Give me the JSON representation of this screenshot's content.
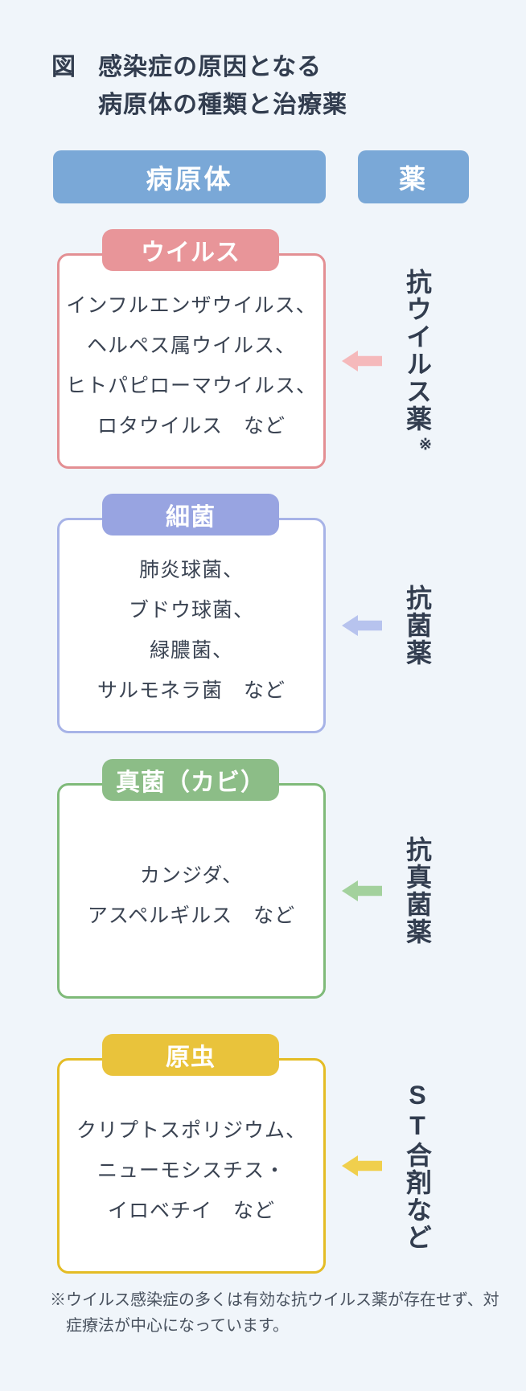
{
  "page": {
    "background_color": "#f0f5fa",
    "title": {
      "tag": "図",
      "line1": "感染症の原因となる",
      "line2": "病原体の種類と治療薬"
    }
  },
  "column_headers": {
    "pathogen": "病原体",
    "drug": "薬",
    "color": "#7aa8d7"
  },
  "pathogen_groups": [
    {
      "name": "ウイルス",
      "examples": [
        "インフルエンザウイルス、",
        "ヘルペス属ウイルス、",
        "ヒトパピローマウイルス、",
        "ロタウイルス　など"
      ],
      "drug": "抗ウイルス薬",
      "drug_note_mark": "※",
      "colors": {
        "pill": "#e89599",
        "box_border": "#e38f93",
        "arrow": "#f5b9bb"
      }
    },
    {
      "name": "細菌",
      "examples": [
        "肺炎球菌、",
        "ブドウ球菌、",
        "緑膿菌、",
        "サルモネラ菌　など"
      ],
      "drug": "抗菌薬",
      "colors": {
        "pill": "#98a4e1",
        "box_border": "#a7b3e7",
        "arrow": "#b7c3ee"
      }
    },
    {
      "name": "真菌（カビ）",
      "examples": [
        "カンジダ、",
        "アスペルギルス　など"
      ],
      "drug": "抗真菌薬",
      "colors": {
        "pill": "#8cbd87",
        "box_border": "#7fba79",
        "arrow": "#a3d19d"
      }
    },
    {
      "name": "原虫",
      "examples": [
        "クリプトスポリジウム、",
        "ニューモシスチス・",
        "イロベチイ　など"
      ],
      "drug": "ST合剤など",
      "colors": {
        "pill": "#e9c33b",
        "box_border": "#e4bc25",
        "arrow": "#f0cf4d"
      }
    }
  ],
  "footnote": "※ウイルス感染症の多くは有効な抗ウイルス薬が存在せず、対症療法が中心になっています。"
}
